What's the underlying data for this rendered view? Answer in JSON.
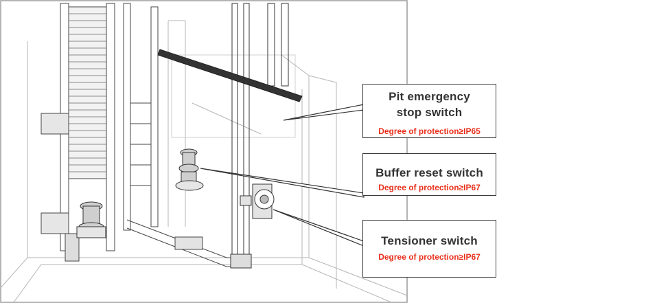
{
  "callouts": [
    {
      "title_lines": [
        "Pit emergency",
        "stop switch"
      ],
      "spec": "Degree of protection≥IP65"
    },
    {
      "title_lines": [
        "Buffer reset switch"
      ],
      "spec": "Degree of protection≥IP67"
    },
    {
      "title_lines": [
        "Tensioner switch"
      ],
      "spec": "Degree of protection≥IP67"
    }
  ],
  "colors": {
    "spec_text": "#e8301c",
    "title_text": "#333333",
    "line_art": "#444444",
    "frame": "#9a9a9a"
  }
}
